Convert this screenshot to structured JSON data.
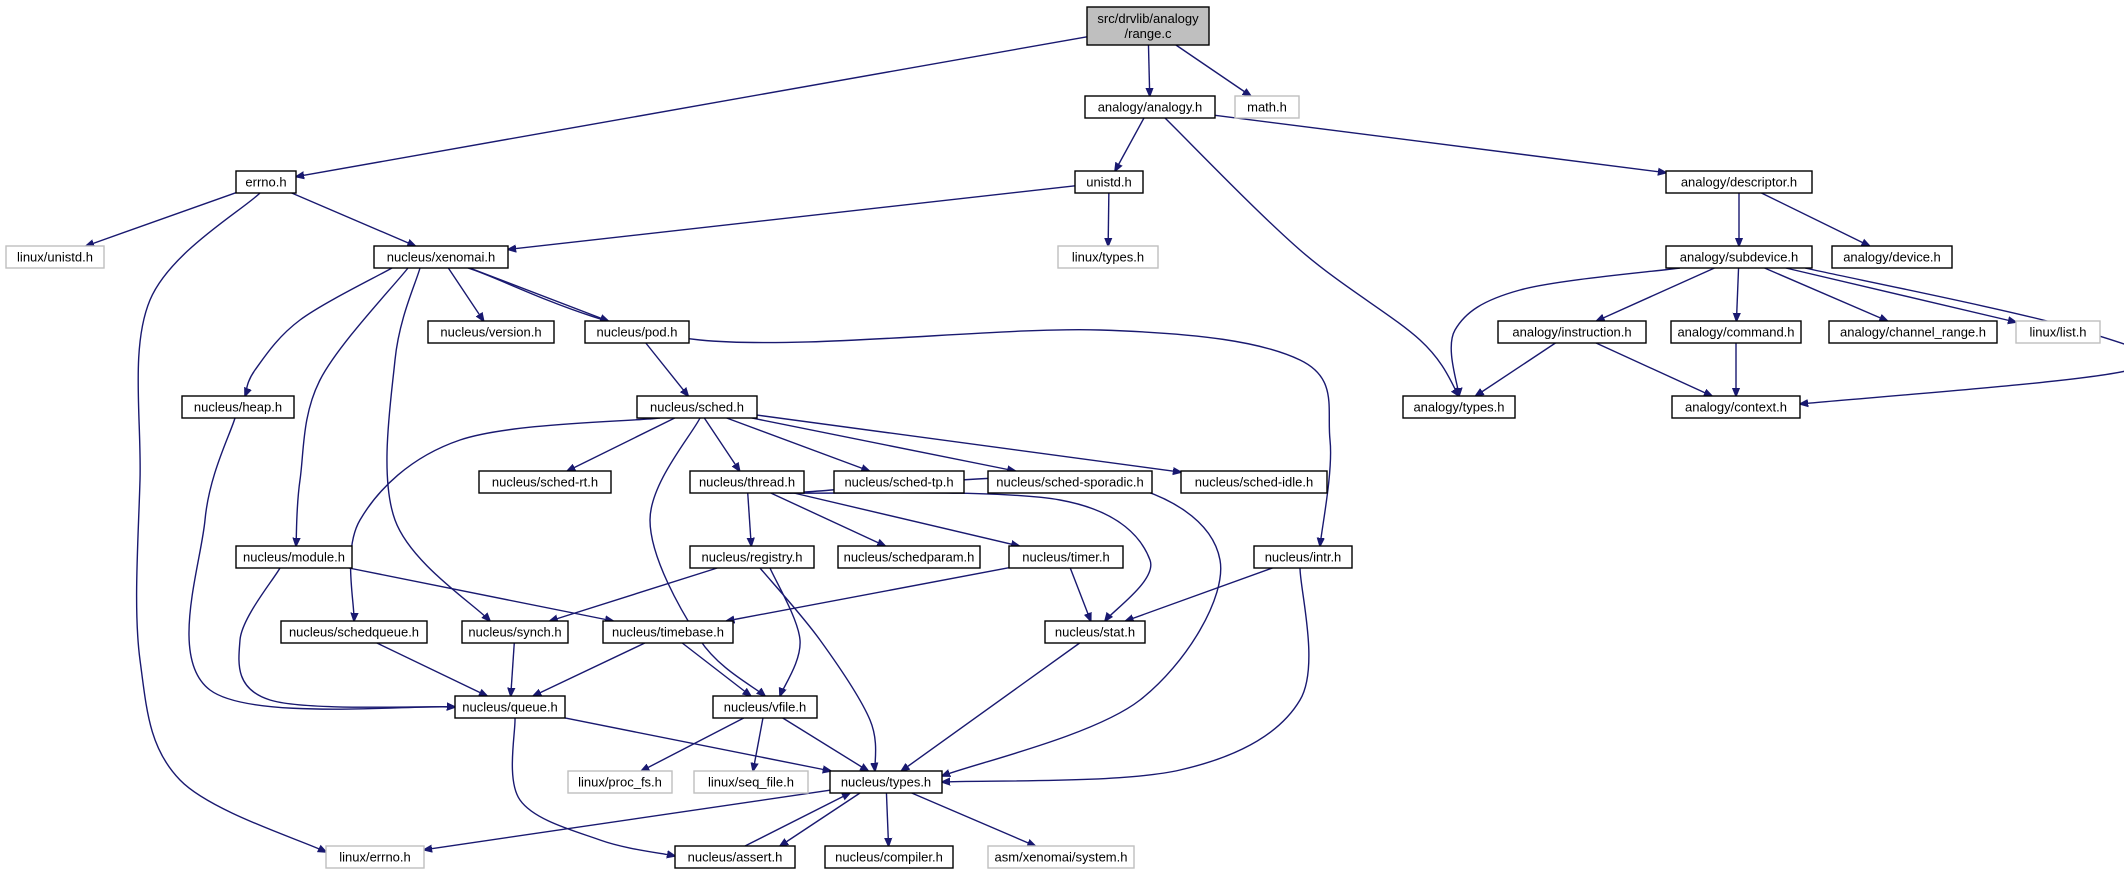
{
  "diagram": {
    "nodes": [
      {
        "id": "root",
        "label_lines": [
          "src/drvlib/analogy",
          "/range.c"
        ],
        "kind": "root"
      },
      {
        "id": "analogy_analogy",
        "label_lines": [
          "analogy/analogy.h"
        ],
        "kind": "doc"
      },
      {
        "id": "math",
        "label_lines": [
          "math.h"
        ],
        "kind": "ext"
      },
      {
        "id": "errno",
        "label_lines": [
          "errno.h"
        ],
        "kind": "doc"
      },
      {
        "id": "unistd",
        "label_lines": [
          "unistd.h"
        ],
        "kind": "doc"
      },
      {
        "id": "descriptor",
        "label_lines": [
          "analogy/descriptor.h"
        ],
        "kind": "doc"
      },
      {
        "id": "linux_unistd",
        "label_lines": [
          "linux/unistd.h"
        ],
        "kind": "ext"
      },
      {
        "id": "xenomai",
        "label_lines": [
          "nucleus/xenomai.h"
        ],
        "kind": "doc"
      },
      {
        "id": "linux_types",
        "label_lines": [
          "linux/types.h"
        ],
        "kind": "ext"
      },
      {
        "id": "subdevice",
        "label_lines": [
          "analogy/subdevice.h"
        ],
        "kind": "doc"
      },
      {
        "id": "device",
        "label_lines": [
          "analogy/device.h"
        ],
        "kind": "doc"
      },
      {
        "id": "version",
        "label_lines": [
          "nucleus/version.h"
        ],
        "kind": "doc"
      },
      {
        "id": "pod",
        "label_lines": [
          "nucleus/pod.h"
        ],
        "kind": "doc"
      },
      {
        "id": "instruction",
        "label_lines": [
          "analogy/instruction.h"
        ],
        "kind": "doc"
      },
      {
        "id": "command",
        "label_lines": [
          "analogy/command.h"
        ],
        "kind": "doc"
      },
      {
        "id": "channel_range",
        "label_lines": [
          "analogy/channel_range.h"
        ],
        "kind": "doc"
      },
      {
        "id": "linux_list",
        "label_lines": [
          "linux/list.h"
        ],
        "kind": "ext"
      },
      {
        "id": "heap",
        "label_lines": [
          "nucleus/heap.h"
        ],
        "kind": "doc"
      },
      {
        "id": "sched",
        "label_lines": [
          "nucleus/sched.h"
        ],
        "kind": "doc"
      },
      {
        "id": "analogy_types",
        "label_lines": [
          "analogy/types.h"
        ],
        "kind": "doc"
      },
      {
        "id": "context",
        "label_lines": [
          "analogy/context.h"
        ],
        "kind": "doc"
      },
      {
        "id": "sched_rt",
        "label_lines": [
          "nucleus/sched-rt.h"
        ],
        "kind": "doc"
      },
      {
        "id": "thread",
        "label_lines": [
          "nucleus/thread.h"
        ],
        "kind": "doc"
      },
      {
        "id": "sched_tp",
        "label_lines": [
          "nucleus/sched-tp.h"
        ],
        "kind": "doc"
      },
      {
        "id": "sched_sporadic",
        "label_lines": [
          "nucleus/sched-sporadic.h"
        ],
        "kind": "doc"
      },
      {
        "id": "sched_idle",
        "label_lines": [
          "nucleus/sched-idle.h"
        ],
        "kind": "doc"
      },
      {
        "id": "module",
        "label_lines": [
          "nucleus/module.h"
        ],
        "kind": "doc"
      },
      {
        "id": "registry",
        "label_lines": [
          "nucleus/registry.h"
        ],
        "kind": "doc"
      },
      {
        "id": "schedparam",
        "label_lines": [
          "nucleus/schedparam.h"
        ],
        "kind": "doc"
      },
      {
        "id": "timer",
        "label_lines": [
          "nucleus/timer.h"
        ],
        "kind": "doc"
      },
      {
        "id": "intr",
        "label_lines": [
          "nucleus/intr.h"
        ],
        "kind": "doc"
      },
      {
        "id": "schedqueue",
        "label_lines": [
          "nucleus/schedqueue.h"
        ],
        "kind": "doc"
      },
      {
        "id": "synch",
        "label_lines": [
          "nucleus/synch.h"
        ],
        "kind": "doc"
      },
      {
        "id": "timebase",
        "label_lines": [
          "nucleus/timebase.h"
        ],
        "kind": "doc"
      },
      {
        "id": "stat",
        "label_lines": [
          "nucleus/stat.h"
        ],
        "kind": "doc"
      },
      {
        "id": "queue",
        "label_lines": [
          "nucleus/queue.h"
        ],
        "kind": "doc"
      },
      {
        "id": "vfile",
        "label_lines": [
          "nucleus/vfile.h"
        ],
        "kind": "doc"
      },
      {
        "id": "proc_fs",
        "label_lines": [
          "linux/proc_fs.h"
        ],
        "kind": "ext"
      },
      {
        "id": "seq_file",
        "label_lines": [
          "linux/seq_file.h"
        ],
        "kind": "ext"
      },
      {
        "id": "nucleus_types",
        "label_lines": [
          "nucleus/types.h"
        ],
        "kind": "doc"
      },
      {
        "id": "linux_errno",
        "label_lines": [
          "linux/errno.h"
        ],
        "kind": "ext"
      },
      {
        "id": "assert",
        "label_lines": [
          "nucleus/assert.h"
        ],
        "kind": "doc"
      },
      {
        "id": "compiler",
        "label_lines": [
          "nucleus/compiler.h"
        ],
        "kind": "doc"
      },
      {
        "id": "system",
        "label_lines": [
          "asm/xenomai/system.h"
        ],
        "kind": "ext"
      }
    ],
    "edges": [
      [
        "root",
        "analogy_analogy"
      ],
      [
        "root",
        "math"
      ],
      [
        "root",
        "errno"
      ],
      [
        "analogy_analogy",
        "unistd"
      ],
      [
        "analogy_analogy",
        "descriptor"
      ],
      [
        "analogy_analogy",
        "analogy_types"
      ],
      [
        "errno",
        "linux_unistd"
      ],
      [
        "errno",
        "xenomai"
      ],
      [
        "errno",
        "linux_errno"
      ],
      [
        "unistd",
        "xenomai"
      ],
      [
        "unistd",
        "linux_types"
      ],
      [
        "descriptor",
        "subdevice"
      ],
      [
        "descriptor",
        "device"
      ],
      [
        "xenomai",
        "version"
      ],
      [
        "xenomai",
        "pod"
      ],
      [
        "xenomai",
        "heap"
      ],
      [
        "xenomai",
        "module"
      ],
      [
        "xenomai",
        "synch"
      ],
      [
        "xenomai",
        "intr"
      ],
      [
        "subdevice",
        "instruction"
      ],
      [
        "subdevice",
        "command"
      ],
      [
        "subdevice",
        "channel_range"
      ],
      [
        "subdevice",
        "linux_list"
      ],
      [
        "subdevice",
        "analogy_types"
      ],
      [
        "subdevice",
        "context"
      ],
      [
        "instruction",
        "analogy_types"
      ],
      [
        "instruction",
        "context"
      ],
      [
        "command",
        "context"
      ],
      [
        "pod",
        "sched"
      ],
      [
        "sched",
        "sched_rt"
      ],
      [
        "sched",
        "thread"
      ],
      [
        "sched",
        "sched_tp"
      ],
      [
        "sched",
        "sched_sporadic"
      ],
      [
        "sched",
        "sched_idle"
      ],
      [
        "sched",
        "schedqueue"
      ],
      [
        "sched",
        "vfile"
      ],
      [
        "thread",
        "registry"
      ],
      [
        "thread",
        "schedparam"
      ],
      [
        "thread",
        "timer"
      ],
      [
        "thread",
        "stat"
      ],
      [
        "thread",
        "nucleus_types"
      ],
      [
        "heap",
        "queue"
      ],
      [
        "module",
        "timebase"
      ],
      [
        "module",
        "queue"
      ],
      [
        "registry",
        "synch"
      ],
      [
        "registry",
        "vfile"
      ],
      [
        "registry",
        "nucleus_types"
      ],
      [
        "timer",
        "timebase"
      ],
      [
        "timer",
        "stat"
      ],
      [
        "intr",
        "stat"
      ],
      [
        "intr",
        "nucleus_types"
      ],
      [
        "schedqueue",
        "queue"
      ],
      [
        "synch",
        "queue"
      ],
      [
        "timebase",
        "queue"
      ],
      [
        "timebase",
        "vfile"
      ],
      [
        "stat",
        "nucleus_types"
      ],
      [
        "queue",
        "nucleus_types"
      ],
      [
        "queue",
        "assert"
      ],
      [
        "vfile",
        "proc_fs"
      ],
      [
        "vfile",
        "seq_file"
      ],
      [
        "vfile",
        "nucleus_types"
      ],
      [
        "nucleus_types",
        "linux_errno"
      ],
      [
        "nucleus_types",
        "assert"
      ],
      [
        "nucleus_types",
        "compiler"
      ],
      [
        "nucleus_types",
        "system"
      ],
      [
        "assert",
        "nucleus_types"
      ]
    ]
  }
}
